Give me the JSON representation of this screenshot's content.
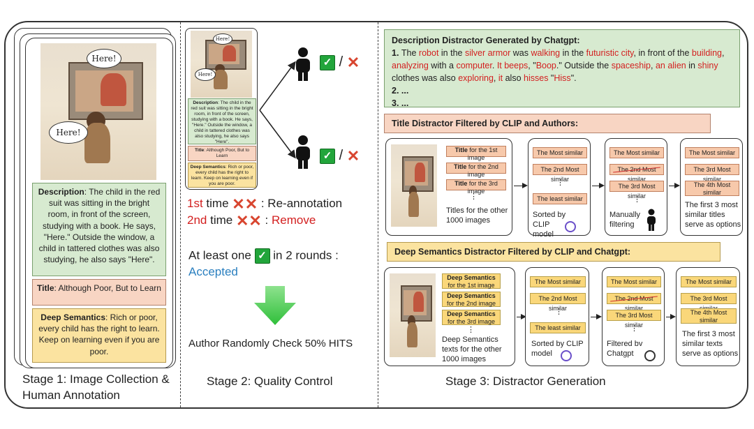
{
  "stage1": {
    "bubble1": "Here!",
    "bubble2": "Here!",
    "description_label": "Description",
    "description_text": ": The child in the red suit was sitting in the bright room, in front of the screen, studying with a book. He says, \"Here.\" Outside the window, a child in tattered clothes was also studying, he also says \"Here\".",
    "title_label": "Title",
    "title_text": ": Although Poor, But to Learn",
    "deep_label": "Deep Semantics",
    "deep_text": ": Rich or poor, every child has the right to learn. Keep on learning even if you are poor.",
    "caption": "Stage 1: Image Collection & Human Annotation"
  },
  "stage2": {
    "bubble1": "Here!",
    "bubble2": "Here!",
    "description_label": "Description",
    "description_text": ": The child in the red suit was sitting in the bright room, in front of the screen, studying with a book. He says, \"Here.\" Outside the window, a child in tattered clothes was also studying, he also says \"Here\".",
    "title_label": "Title",
    "title_text": ": Although Poor, But to Learn",
    "deep_label": "Deep Semantics",
    "deep_text": ": Rich or poor, every child has the right to learn. Keep on learning even if you are poor.",
    "slash": "/",
    "line1_ord": "1st",
    "line1_time": " time",
    "line1_rest": " : Re-annotation",
    "line2_ord": "2nd",
    "line2_time": " time",
    "line2_sep": " : ",
    "line2_rest": "Remove",
    "atleast_pre": "At least one",
    "atleast_post": "in 2 rounds :",
    "accepted": "Accepted",
    "check": "Author Randomly Check 50% HITS",
    "caption": "Stage 2: Quality Control"
  },
  "stage3": {
    "desc_header": "Description Distractor Generated by Chatgpt:",
    "desc_item1": [
      {
        "t": "1. ",
        "c": "b"
      },
      {
        "t": "The ",
        "c": ""
      },
      {
        "t": "robot",
        "c": "red"
      },
      {
        "t": " in the ",
        "c": ""
      },
      {
        "t": "silver armor",
        "c": "red"
      },
      {
        "t": " was ",
        "c": ""
      },
      {
        "t": "walking",
        "c": "red"
      },
      {
        "t": " in the ",
        "c": ""
      },
      {
        "t": "futuristic city",
        "c": "red"
      },
      {
        "t": ", in front of the ",
        "c": ""
      },
      {
        "t": "building",
        "c": "red"
      },
      {
        "t": ", ",
        "c": ""
      },
      {
        "t": "analyzing",
        "c": "red"
      },
      {
        "t": " with a ",
        "c": ""
      },
      {
        "t": "computer",
        "c": "red"
      },
      {
        "t": ". ",
        "c": ""
      },
      {
        "t": "It beeps",
        "c": "red"
      },
      {
        "t": ", \"",
        "c": ""
      },
      {
        "t": "Boop",
        "c": "red"
      },
      {
        "t": ".\" Outside the ",
        "c": ""
      },
      {
        "t": "spaceship",
        "c": "red"
      },
      {
        "t": ", ",
        "c": ""
      },
      {
        "t": "an alien",
        "c": "red"
      },
      {
        "t": " in ",
        "c": ""
      },
      {
        "t": "shiny",
        "c": "red"
      },
      {
        "t": " clothes was also ",
        "c": ""
      },
      {
        "t": "exploring",
        "c": "red"
      },
      {
        "t": ", ",
        "c": ""
      },
      {
        "t": "it",
        "c": "red"
      },
      {
        "t": " also ",
        "c": ""
      },
      {
        "t": "hisses",
        "c": "red"
      },
      {
        "t": " \"",
        "c": ""
      },
      {
        "t": "Hiss",
        "c": "red"
      },
      {
        "t": "\".",
        "c": ""
      }
    ],
    "desc_item2": "2. ...",
    "desc_item3": "3. ...",
    "title_header": "Title Distractor Filtered by CLIP and Authors:",
    "title_rows": [
      {
        "b": "Title",
        "t": " for the 1st image"
      },
      {
        "b": "Title",
        "t": " for the 2nd image"
      },
      {
        "b": "Title",
        "t": " for the 3rd image"
      }
    ],
    "title_caption": "Titles for the other 1000 images",
    "sorted_items": [
      "The Most similar",
      "The 2nd Most similar",
      "The least similar"
    ],
    "sorted_caption": "Sorted by CLIP model",
    "manual_items": [
      "The Most similar",
      "The 2nd Most similar",
      "The 3rd Most similar"
    ],
    "manual_caption": "Manually filtering",
    "final_title_items": [
      "The Most similar",
      "The 3rd Most similar",
      "The 4th Most similar"
    ],
    "final_title_caption": "The first 3 most similar titles serve as options",
    "deep_header": "Deep Semantics Distractor Filtered by CLIP and Chatgpt:",
    "deep_rows": [
      {
        "b": "Deep Semantics",
        "t": " for the 1st image"
      },
      {
        "b": "Deep Semantics",
        "t": " for the 2nd image"
      },
      {
        "b": "Deep Semantics",
        "t": " for the 3rd image"
      }
    ],
    "deep_caption": "Deep Semantics texts for the other 1000 images",
    "deep_sorted_items": [
      "The Most similar",
      "The 2nd Most similar",
      "The least similar"
    ],
    "deep_sorted_caption": "Sorted by CLIP model",
    "deep_filtered_items": [
      "The Most similar",
      "The 2nd Most similar",
      "The 3rd Most similar"
    ],
    "deep_filtered_caption": "Filtered bv Chatgpt",
    "deep_final_items": [
      "The Most similar",
      "The 3rd Most similar",
      "The 4th Most similar"
    ],
    "deep_final_caption": "The first 3 most similar texts serve as options",
    "dots": "⋮",
    "caption": "Stage 3: Distractor Generation"
  },
  "icons": {
    "check": "check-icon",
    "cross": "cross-icon",
    "person": "person-icon",
    "openai": "openai-icon",
    "arrow_down": "arrow-down-icon"
  },
  "colors": {
    "green_box": "#d7ead0",
    "pink_box": "#f8d5c3",
    "yellow_box": "#fbe3a0",
    "red_text": "#d32020",
    "blue_text": "#2a7fbf",
    "check_green": "#22a53b"
  }
}
